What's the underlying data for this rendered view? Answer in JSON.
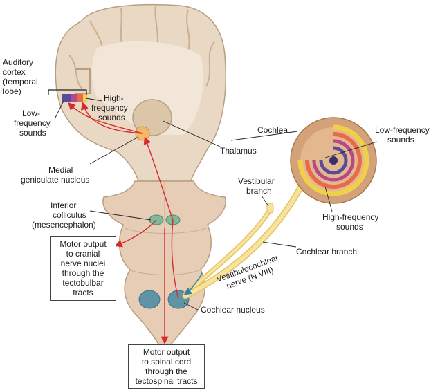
{
  "labels": {
    "auditory_cortex": [
      "Auditory",
      "cortex",
      "(temporal",
      "lobe)"
    ],
    "high_frequency_cortex": [
      "High-",
      "frequency",
      "sounds"
    ],
    "low_frequency_cortex": [
      "Low-",
      "frequency",
      "sounds"
    ],
    "thalamus": "Thalamus",
    "medial_geniculate": [
      "Medial",
      "geniculate nucleus"
    ],
    "cochlea": "Cochlea",
    "low_frequency_cochlea": [
      "Low-frequency",
      "sounds"
    ],
    "high_frequency_cochlea": [
      "High-frequency",
      "sounds"
    ],
    "vestibular_branch": [
      "Vestibular",
      "branch"
    ],
    "inferior_colliculus": [
      "Inferior",
      "colliculus",
      "(mesencephalon)"
    ],
    "cochlear_branch": "Cochlear branch",
    "vestibulocochlear_nerve": [
      "Vestibulocochlear",
      "nerve (N VIII)"
    ],
    "cochlear_nucleus": "Cochlear nucleus"
  },
  "boxes": {
    "tectobulbar": [
      "Motor output",
      "to cranial",
      "nerve nuclei",
      "through the",
      "tectobulbar",
      "tracts"
    ],
    "tectospinal": [
      "Motor output",
      "to spinal cord",
      "through  the",
      "tectospinal tracts"
    ]
  },
  "colors": {
    "brain_tissue": "#e9d8c4",
    "gray_matter": "#d9c2a5",
    "brainstem": "#e7cdb5",
    "pathway": "#d62b2b",
    "nucleus_green": "#7fb89a",
    "cochlear_nucleus_blue": "#5f93a6",
    "nerve_yellow": "#f1d98a",
    "cochlea_outer": "#d4a278"
  }
}
